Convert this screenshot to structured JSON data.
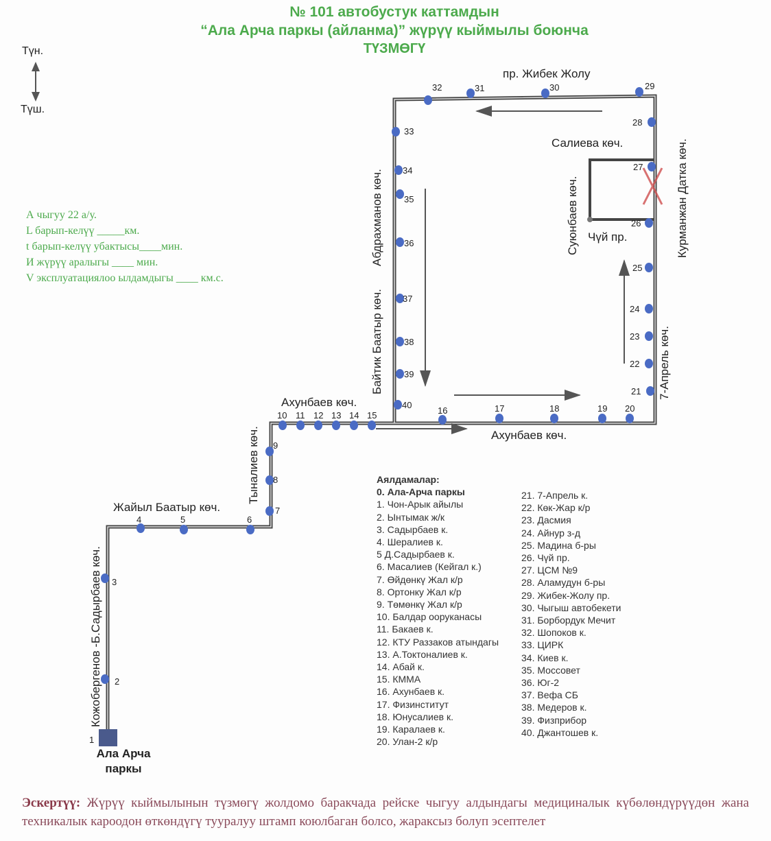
{
  "title": {
    "line1": "№ 101  автобустук каттамдын",
    "line2": "“Ала Арча паркы (айланма)” жүрүү кыймылы боюнча",
    "line3": "ТҮЗМӨГҮ"
  },
  "compass": {
    "up": "Түн.",
    "down": "Түш."
  },
  "info": {
    "lines": [
      "А чыгуу   22   а/у.",
      "L барып-келүү  _____км.",
      "t барып-келүү убактысы____мин.",
      "И жүрүү аралыгы ____      мин.",
      "V эксплуатациялоо ылдамдыгы ____ км.с."
    ]
  },
  "streets": {
    "zhibek": "пр. Жибек Жолу",
    "salieva": "Салиева көч.",
    "suyunbaev": "Суюнбаев көч.",
    "chui": "Чүй пр.",
    "kurmanjan": "Курманжан Датка көч.",
    "april": "7-Апрель көч.",
    "akhunbaev_right": "Ахунбаев көч.",
    "akhunbaev_left": "Ахунбаев көч.",
    "baitik": "Байтик Баатыр көч.",
    "abdrakhmanov": "Абдрахманов көч.",
    "tynaliev": "Тыналиев көч.",
    "zhaiyl": "Жайыл Баатыр көч.",
    "kozhobergenov": "Кожобергенов -Б.Садырбаев көч.",
    "terminal": "Ала Арча паркы"
  },
  "map": {
    "stop_labels": [
      "1",
      "2",
      "3",
      "4",
      "5",
      "6",
      "7",
      "8",
      "9",
      "10",
      "11",
      "12",
      "13",
      "14",
      "15",
      "16",
      "17",
      "18",
      "19",
      "20",
      "21",
      "22",
      "23",
      "24",
      "25",
      "26",
      "27",
      "28",
      "29",
      "30",
      "31",
      "32",
      "33",
      "34",
      "35",
      "36",
      "37",
      "38",
      "39",
      "40"
    ],
    "stop_color": "#4a6bc4",
    "route_color": "#444444",
    "closed_marker_color": "#d05050"
  },
  "stops": {
    "header": "Аялдамалар:",
    "col1": [
      "0. Ала-Арча паркы",
      "1. Чон-Арык айылы",
      "2. Ынтымак ж/к",
      "3. Садырбаев к.",
      "4. Шералиев к.",
      "5 Д.Садырбаев к.",
      "6. Масалиев (Кейгал к.)",
      "7. Өйдөнкү Жал к/р",
      "8. Ортонку Жал к/р",
      "9. Төмөнкү Жал к/р",
      "10. Балдар ооруканасы",
      "11. Бакаев к.",
      "12. КТУ Раззаков атындагы",
      "13. А.Токтоналиев к.",
      "14. Абай к.",
      "15. КММА",
      "16. Ахунбаев к.",
      "17. Физинститут",
      "18. Юнусалиев к.",
      "19. Каралаев к.",
      "20. Улан-2 к/р"
    ],
    "col2": [
      "21. 7-Апрель к.",
      "22. Көк-Жар к/р",
      "23. Дасмия",
      "24. Айнур з-д",
      "25. Мадина б-ры",
      "26. Чүй пр.",
      "27. ЦСМ №9",
      "28. Аламудун б-ры",
      "29. Жибек-Жолу пр.",
      "30. Чыгыш автобекети",
      "31. Борбордук Мечит",
      "32. Шопоков к.",
      "33. ЦИРК",
      "34. Киев к.",
      "35. Моссовет",
      "36. Юг-2",
      "37. Вефа СБ",
      "38. Медеров к.",
      "39. Физприбор",
      "40. Джантошев к."
    ]
  },
  "note": {
    "label": "Эскертүү:",
    "text": " Жүрүү кыймылынын түзмөгү жолдомо баракчада рейске чыгуу алдындагы медициналык күбөлөндүрүүдөн жана техникалык кароодон өткөндүгү тууралуу штамп коюлбаган болсо, жараксыз болуп эсептелет"
  }
}
